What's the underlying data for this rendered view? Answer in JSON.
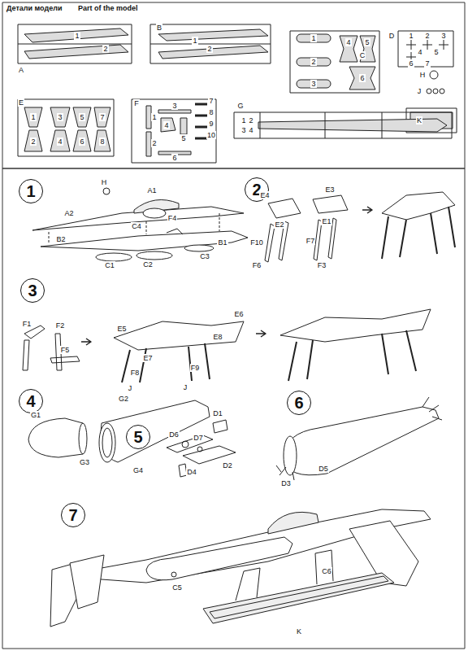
{
  "diagram": {
    "nodes": [
      {
        "text": [
          "1"
        ]
      },
      {
        "text": [
          "2"
        ]
      },
      {
        "text": [
          "3"
        ]
      },
      {
        "text": [
          "4"
        ]
      },
      {
        "text": [
          "5"
        ]
      },
      {
        "text": [
          "6"
        ]
      },
      {
        "text": [
          "7"
        ]
      }
    ],
    "labels": [
      "Детали модели",
      "Part of the model",
      "1",
      "2",
      "A",
      "B",
      "1",
      "2",
      "1",
      "2",
      "3",
      "C",
      "4",
      "5",
      "6",
      "D",
      "1",
      "2",
      "3",
      "4",
      "5",
      "6",
      "7",
      "H",
      "J",
      "K",
      "E",
      "1",
      "3",
      "5",
      "7",
      "2",
      "4",
      "6",
      "8",
      "F",
      "1",
      "2",
      "3",
      "4",
      "5",
      "6",
      "7",
      "8",
      "9",
      "10",
      "G",
      "1",
      "2",
      "3",
      "4",
      "H",
      "A1",
      "A2",
      "C4",
      "F4",
      "B2",
      "B1",
      "C1",
      "C2",
      "C3",
      "E4",
      "E3",
      "E2",
      "E1",
      "F10",
      "F7",
      "F6",
      "F3",
      "F1",
      "F2",
      "F5",
      "E5",
      "E6",
      "E7",
      "E8",
      "F8",
      "F9",
      "J",
      "J",
      "G1",
      "G2",
      "G3",
      "G4",
      "D6",
      "D7",
      "D1",
      "D2",
      "D4",
      "D3",
      "D5",
      "C5",
      "C6",
      "K"
    ]
  }
}
